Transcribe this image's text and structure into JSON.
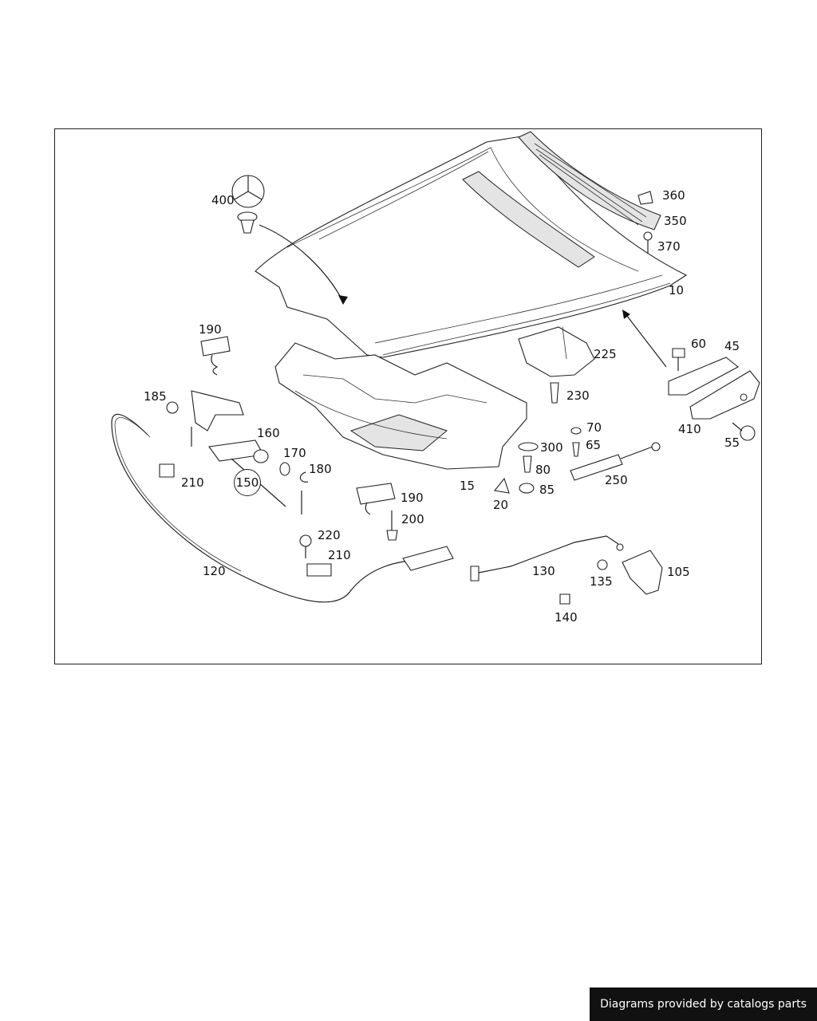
{
  "labels": {
    "p10": "10",
    "p15": "15",
    "p20": "20",
    "p45": "45",
    "p55": "55",
    "p60": "60",
    "p65": "65",
    "p70": "70",
    "p80": "80",
    "p85": "85",
    "p105": "105",
    "p120": "120",
    "p130": "130",
    "p135": "135",
    "p140": "140",
    "p150": "150",
    "p160": "160",
    "p170": "170",
    "p180": "180",
    "p185": "185",
    "p190a": "190",
    "p190b": "190",
    "p200": "200",
    "p210a": "210",
    "p210b": "210",
    "p220": "220",
    "p225": "225",
    "p230": "230",
    "p250": "250",
    "p300": "300",
    "p350": "350",
    "p360": "360",
    "p370": "370",
    "p400": "400",
    "p410": "410"
  },
  "footer": {
    "text": "Diagrams provided by catalogs parts"
  }
}
